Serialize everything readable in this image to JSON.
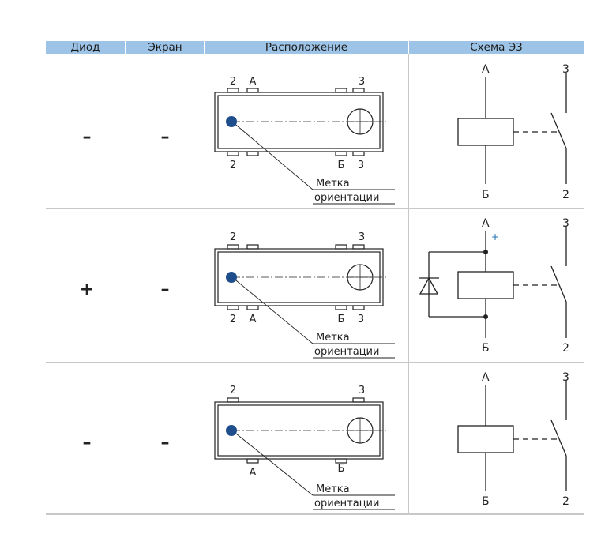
{
  "headers": [
    "Диод",
    "Экран",
    "Расположение",
    "Схема Э3"
  ],
  "rows": [
    {
      "diode": "–",
      "screen": "–",
      "layout": {
        "top_pins": [
          "2",
          "А",
          "3"
        ],
        "bottom_pins": [
          "2",
          "Б",
          "3"
        ],
        "mark_line1": "Метка",
        "mark_line2": "ориентации"
      },
      "scheme": {
        "top_left": "А",
        "top_right": "3",
        "bottom_left": "Б",
        "bottom_right": "2",
        "plus": ""
      }
    },
    {
      "diode": "+",
      "screen": "–",
      "layout": {
        "top_pins": [
          "2",
          "",
          "3"
        ],
        "bottom_pins": [
          "2",
          "А",
          "Б",
          "3"
        ],
        "mark_line1": "Метка",
        "mark_line2": "ориентации"
      },
      "scheme": {
        "top_left": "А",
        "top_right": "3",
        "bottom_left": "Б",
        "bottom_right": "2",
        "plus": "+"
      }
    },
    {
      "diode": "–",
      "screen": "–",
      "layout": {
        "top_pins": [
          "2",
          "3"
        ],
        "bottom_pins": [
          "А",
          "Б"
        ],
        "mark_line1": "Метка",
        "mark_line2": "ориентации"
      },
      "scheme": {
        "top_left": "А",
        "top_right": "3",
        "bottom_left": "Б",
        "bottom_right": "2",
        "plus": ""
      }
    }
  ],
  "colors": {
    "header_bg": "#9dc3e6",
    "mark_dot": "#1f4e8c",
    "line": "#222222",
    "grid": "#c8c8c8"
  }
}
